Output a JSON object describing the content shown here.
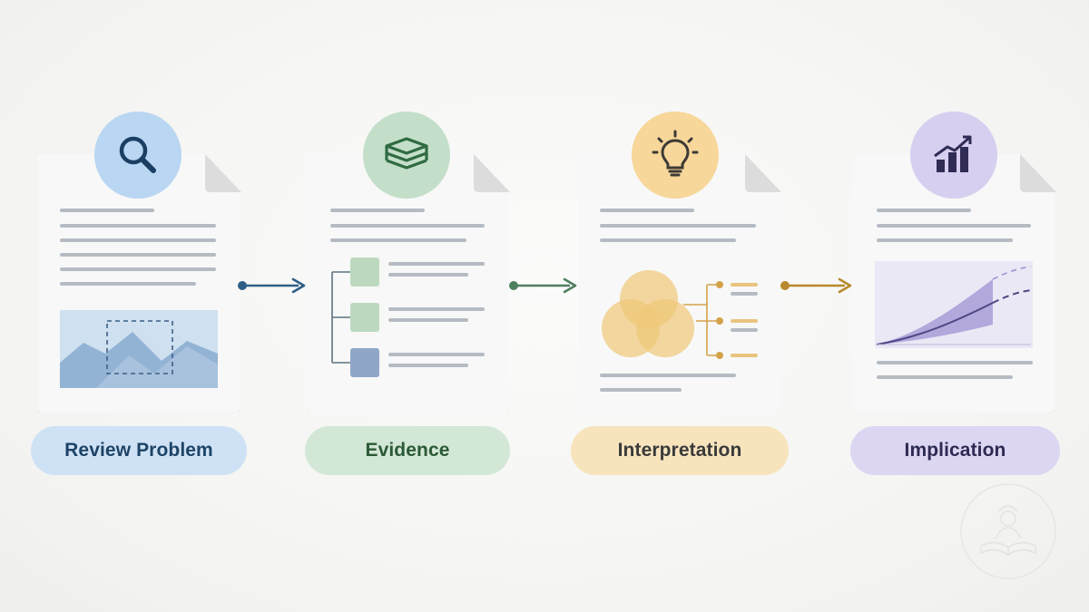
{
  "steps": [
    {
      "label": "Review Problem",
      "icon": "magnifier-icon",
      "accent": "#2f5f86",
      "circle": "#b9d6f2",
      "pill": "#cfe2f5",
      "text": "#1e4366"
    },
    {
      "label": "Evidence",
      "icon": "stacked-layers-icon",
      "accent": "#4f7f5f",
      "circle": "#c4dfc9",
      "pill": "#d3e7d6",
      "text": "#2b5936"
    },
    {
      "label": "Interpretation",
      "icon": "lightbulb-icon",
      "accent": "#b8892c",
      "circle": "#f7d79a",
      "pill": "#f7e4bd",
      "text": "#3a3a3a"
    },
    {
      "label": "Implication",
      "icon": "bar-chart-growth-icon",
      "accent": "#5a5587",
      "circle": "#d7cff0",
      "pill": "#ddd6f2",
      "text": "#2e2b52"
    }
  ],
  "arrow_colors": [
    "#2f5f86",
    "#4f7f5f",
    "#b8892c"
  ],
  "watermark_icon": "reading-book-icon"
}
